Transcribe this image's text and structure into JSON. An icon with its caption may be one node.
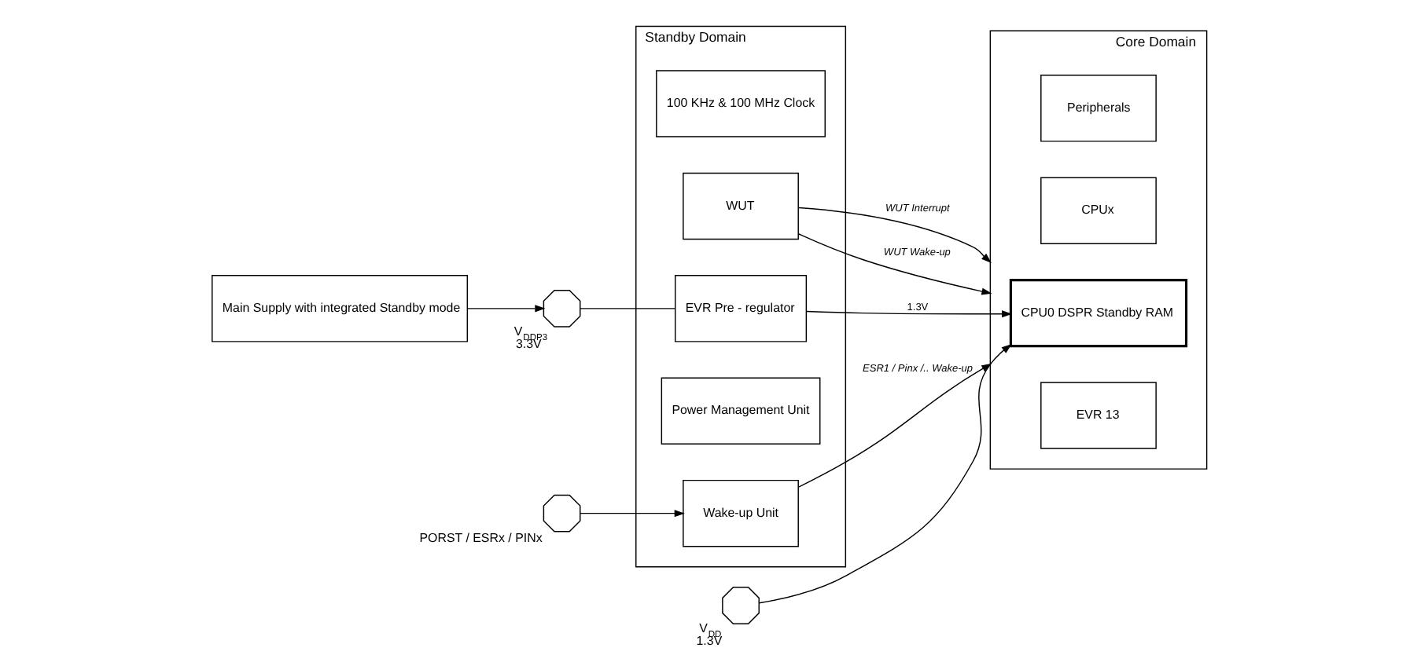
{
  "diagram": {
    "nodes": [
      {
        "text": [
          "Main Supply with integrated Standby mode"
        ]
      },
      {
        "text": [
          "Standby Domain"
        ]
      },
      {
        "text": [
          "100 KHz & 100 MHz Clock"
        ],
        "in": 1
      },
      {
        "text": [
          "WUT"
        ],
        "in": 1
      },
      {
        "text": [
          "EVR Pre - regulator"
        ],
        "in": 1
      },
      {
        "text": [
          "Power Management Unit"
        ],
        "in": 1
      },
      {
        "text": [
          "Wake-up Unit"
        ],
        "in": 1
      },
      {
        "text": [],
        "shape": "octagon",
        "beside": [
          "V$_{DDP3}$",
          "3.3V"
        ]
      },
      {
        "text": [
          "Core Domain"
        ]
      },
      {
        "text": [
          "Peripherals"
        ],
        "in": 8
      },
      {
        "text": [
          "CPUx"
        ],
        "in": 8
      },
      {
        "text": [
          "CPU0 DSPR Standby RAM"
        ],
        "in": 8
      },
      {
        "text": [
          "EVR 13"
        ],
        "in": 8
      },
      {
        "text": [],
        "shape": "octagon",
        "beside": [
          "V$_{DD}$",
          "1.3V"
        ]
      },
      {
        "text": [],
        "shape": "octagon",
        "beside": [
          "PORST / ESRx / PINx"
        ]
      }
    ],
    "edges": [
      {
        "from": 0,
        "to": 7,
        "arrow": "to"
      },
      {
        "from": 7,
        "to": 4,
        "arrow": "none"
      },
      {
        "from": 4,
        "to": 11,
        "arrow": "to",
        "label": "1.3V"
      },
      {
        "from": 3,
        "to": 8,
        "arrow": "to",
        "label": "*WUT Interrupt*"
      },
      {
        "from": 3,
        "to": 8,
        "arrow": "to",
        "label": "*WUT Wake-up*"
      },
      {
        "from": 6,
        "to": 8,
        "arrow": "to",
        "label": "*ESR1 / Pinx /.. Wake-up*"
      },
      {
        "from": 14,
        "to": 6,
        "arrow": "to"
      },
      {
        "from": 13,
        "to": 11,
        "arrow": "to"
      }
    ]
  }
}
